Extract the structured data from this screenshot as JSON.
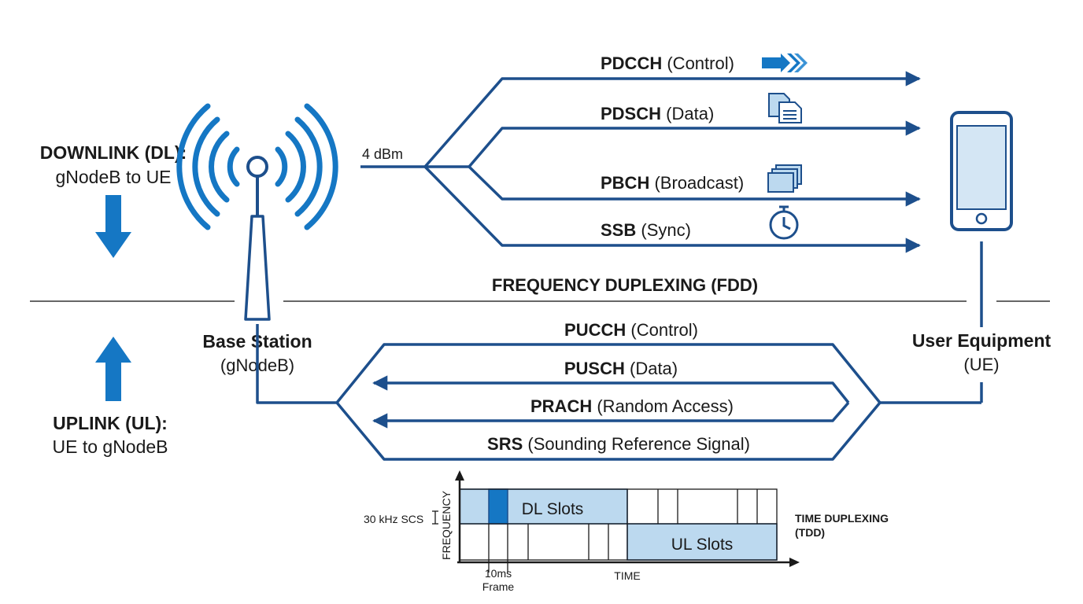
{
  "colors": {
    "navy": "#1d4f8c",
    "accent": "#1577c4",
    "light_blue": "#bcd9ef",
    "text": "#1a1a1a"
  },
  "left": {
    "downlink_title": "DOWNLINK (DL):",
    "downlink_sub": "gNodeB to UE",
    "uplink_title": "UPLINK (UL):",
    "uplink_sub": "UE to gNodeB"
  },
  "base_station": {
    "title": "Base Station",
    "sub": "(gNodeB)",
    "power": "4 dBm"
  },
  "user_equipment": {
    "title": "User Equipment",
    "sub": "(UE)"
  },
  "downlink_channels": [
    {
      "name": "PDCCH",
      "desc": "(Control)",
      "icon": "fast-forward-icon"
    },
    {
      "name": "PDSCH",
      "desc": "(Data)",
      "icon": "documents-icon"
    },
    {
      "name": "PBCH",
      "desc": "(Broadcast)",
      "icon": "stacked-cards-icon"
    },
    {
      "name": "SSB",
      "desc": "(Sync)",
      "icon": "stopwatch-icon"
    }
  ],
  "fdd_label": "FREQUENCY DUPLEXING (FDD)",
  "uplink_channels": [
    {
      "name": "PUCCH",
      "desc": "(Control)"
    },
    {
      "name": "PUSCH",
      "desc": "(Data)"
    },
    {
      "name": "PRACH",
      "desc": "(Random Access)"
    },
    {
      "name": "SRS",
      "desc": "(Sounding Reference Signal)"
    }
  ],
  "tdd": {
    "dl_label": "DL Slots",
    "ul_label": "UL Slots",
    "y_axis_label": "FREQUENCY",
    "x_axis_label": "TIME",
    "scs_label": "30 kHz SCS",
    "frame_label_line1": "10ms",
    "frame_label_line2": "Frame",
    "title_line1": "TIME DUPLEXING",
    "title_line2": "(TDD)"
  }
}
